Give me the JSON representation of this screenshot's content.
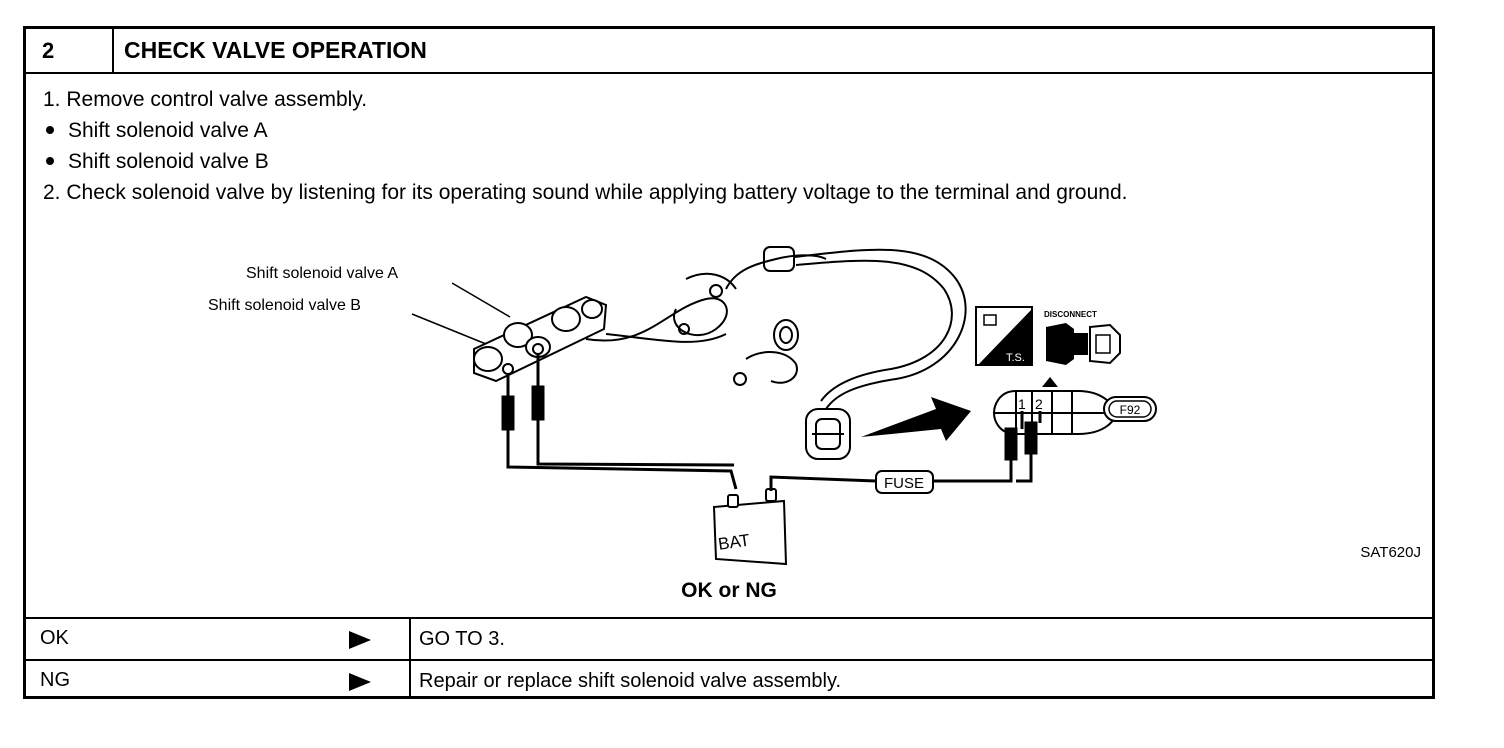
{
  "step": {
    "number": "2",
    "title": "CHECK VALVE OPERATION"
  },
  "instructions": [
    "1.  Remove control valve assembly.",
    "Shift solenoid valve A",
    "Shift solenoid valve B",
    "2.  Check solenoid valve by listening for its operating sound while applying battery voltage to the terminal and ground."
  ],
  "diagram": {
    "label_a": "Shift solenoid valve A",
    "label_b": "Shift solenoid valve B",
    "fuse_label": "FUSE",
    "battery_label": "BAT",
    "ts_label": "T.S.",
    "disconnect_label": "DISCONNECT",
    "terminal_1": "1",
    "terminal_2": "2",
    "connector_id": "F92",
    "figure_code": "SAT620J"
  },
  "result_question": "OK or NG",
  "results": [
    {
      "label": "OK",
      "action": "GO TO 3."
    },
    {
      "label": "NG",
      "action": "Repair or replace shift solenoid valve assembly."
    }
  ]
}
